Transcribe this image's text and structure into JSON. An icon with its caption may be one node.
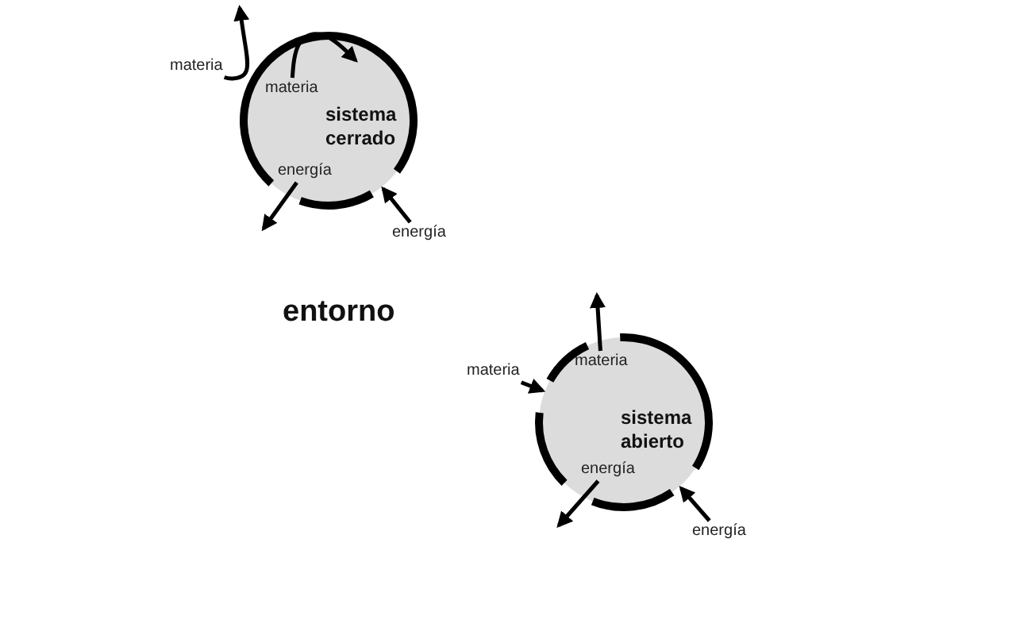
{
  "diagram": {
    "nodes": [
      {
        "text": [
          "sistema cerrado"
        ]
      },
      {
        "text": [
          "materia"
        ]
      },
      {
        "text": [
          "materia"
        ],
        "in": 0
      },
      {
        "text": [
          "energía"
        ],
        "in": 0
      },
      {
        "text": [
          "energía"
        ]
      },
      {
        "text": [
          "sistema abierto"
        ]
      },
      {
        "text": [
          "materia"
        ]
      },
      {
        "text": [
          "materia"
        ],
        "in": 5
      },
      {
        "text": [
          "energía"
        ],
        "in": 5
      },
      {
        "text": [
          "energía"
        ]
      }
    ],
    "edges": [
      {
        "from": 1,
        "to": null,
        "arrow": "to"
      },
      {
        "from": 2,
        "to": null,
        "arrow": "to"
      },
      {
        "from": 3,
        "to": null,
        "arrow": "to"
      },
      {
        "from": 4,
        "to": 0,
        "arrow": "to"
      },
      {
        "from": 6,
        "to": 5,
        "arrow": "to"
      },
      {
        "from": 7,
        "to": null,
        "arrow": "to"
      },
      {
        "from": 8,
        "to": null,
        "arrow": "to"
      },
      {
        "from": 9,
        "to": 5,
        "arrow": "to"
      }
    ],
    "labels": [
      "entorno"
    ]
  }
}
